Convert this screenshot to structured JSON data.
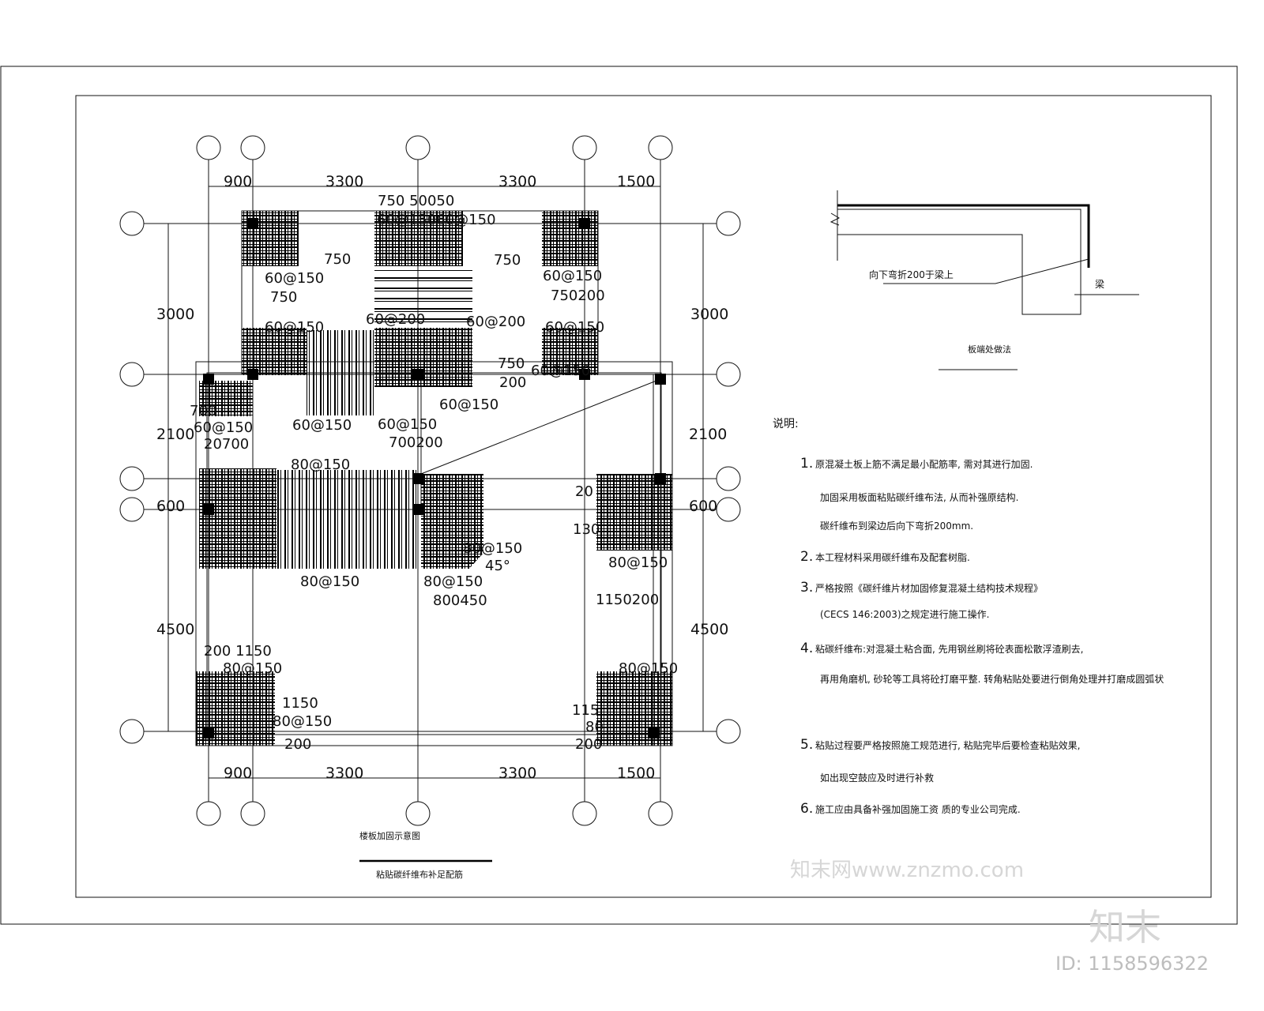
{
  "plan": {
    "title": "楼板加固示意图",
    "subtitle": "粘贴碳纤维布补足配筋",
    "top_dims": [
      "900",
      "3300",
      "3300",
      "1500"
    ],
    "bottom_dims": [
      "900",
      "3300",
      "3300",
      "1500"
    ],
    "left_dims": [
      "3000",
      "2100",
      "600",
      "4500"
    ],
    "right_dims": [
      "3000",
      "2100",
      "600",
      "4500"
    ],
    "labels": [
      "750 50050",
      "60@15060@150",
      "750",
      "750",
      "60@150",
      "750",
      "60@150",
      "750200",
      "60@150",
      "60@200",
      "60@200",
      "60@150",
      "750",
      "60@150",
      "200",
      "700",
      "60@150",
      "20700",
      "60@150",
      "60@150",
      "60@150",
      "700200",
      "80@150",
      "80@150",
      "80@150",
      "45°",
      "80@150",
      "800450",
      "20",
      "130",
      "80@150",
      "1150200",
      "200 1150",
      "80@150",
      "80@150",
      "1150",
      "80@150",
      "200",
      "115",
      "80",
      "200"
    ]
  },
  "detail": {
    "title": "板端处做法",
    "callout": "向下弯折200于梁上",
    "beam_label": "梁"
  },
  "notes": {
    "heading": "说明:",
    "items": [
      {
        "num": "1.",
        "text": "原混凝土板上筋不满足最小配筋率,                    需对其进行加固."
      },
      {
        "num": "",
        "text": "加固采用板面粘贴碳纤维布法, 从而补强原结构."
      },
      {
        "num": "",
        "text": "碳纤维布到梁边后向下弯折200mm."
      },
      {
        "num": "2.",
        "text": "本工程材料采用碳纤维布及配套树脂."
      },
      {
        "num": "3.",
        "text": "严格按照《碳纤维片材加固修复混凝土结构技术规程》"
      },
      {
        "num": "",
        "text": "(CECS 146:2003)之规定进行施工操作."
      },
      {
        "num": "4.",
        "text": "粘碳纤维布:对混凝土粘合面, 先用钢丝刷将砼表面松散浮渣刷去,"
      },
      {
        "num": "",
        "text": "再用角磨机, 砂轮等工具将砼打磨平整. 转角粘贴处要进行倒角处理并打磨成圆弧状"
      },
      {
        "num": "5.",
        "text": "粘贴过程要严格按照施工规范进行, 粘贴完毕后要检查粘贴效果,"
      },
      {
        "num": "",
        "text": "如出现空鼓应及时进行补救"
      },
      {
        "num": "6.",
        "text": "施工应由具备补强加固施工资                质的专业公司完成."
      }
    ]
  },
  "watermark": {
    "logo": "知末",
    "site": "知末网www.znzmo.com",
    "id": "ID: 1158596322"
  }
}
